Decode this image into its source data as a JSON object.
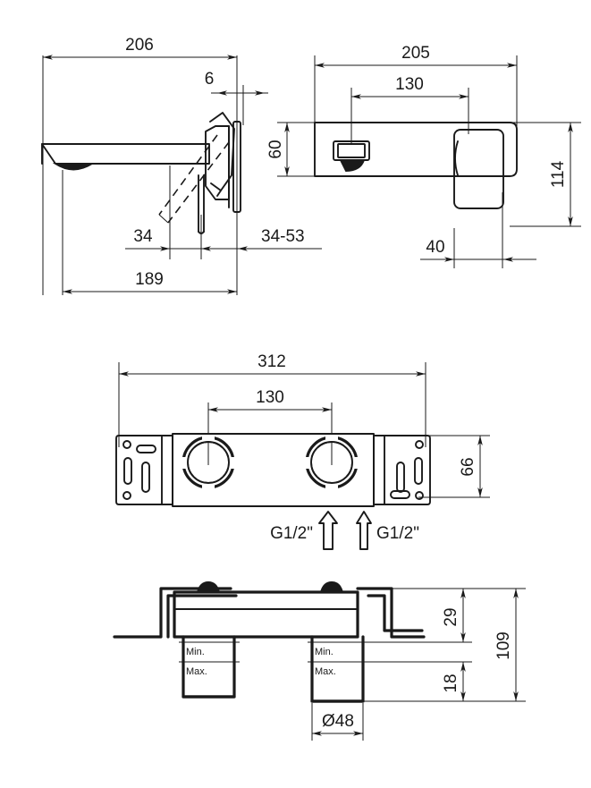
{
  "document": {
    "type": "technical-drawing",
    "subject": "Wall-mounted basin mixer tap with concealed body",
    "units": "mm",
    "line_color": "#1a1a1a",
    "background_color": "#ffffff"
  },
  "views": {
    "side_elevation": {
      "name": "Side elevation of spout and lever handle",
      "dimensions": {
        "overall_projection": "206",
        "wall_plate_thickness": "6",
        "lever_clearance": "34",
        "handle_travel": "34-53",
        "spout_projection": "189"
      }
    },
    "front_elevation": {
      "name": "Front elevation of spout and handle",
      "dimensions": {
        "overall_width": "205",
        "centre_spacing": "130",
        "body_height": "60",
        "overall_height": "114",
        "handle_width": "40"
      }
    },
    "rough_in_plate": {
      "name": "Concealed body mounting plate front view",
      "dimensions": {
        "overall_width": "312",
        "centre_spacing": "130",
        "plate_height": "66"
      },
      "inlet_left_label": "G1/2\"",
      "inlet_right_label": "G1/2\""
    },
    "section_view": {
      "name": "Section through concealed body showing install depth",
      "dimensions": {
        "upper_offset": "29",
        "lower_offset": "18",
        "overall_depth": "109",
        "cylinder_diameter": "Ø48"
      },
      "depth_markers": [
        {
          "min_label": "Min.",
          "max_label": "Max."
        },
        {
          "min_label": "Min.",
          "max_label": "Max."
        }
      ]
    }
  }
}
